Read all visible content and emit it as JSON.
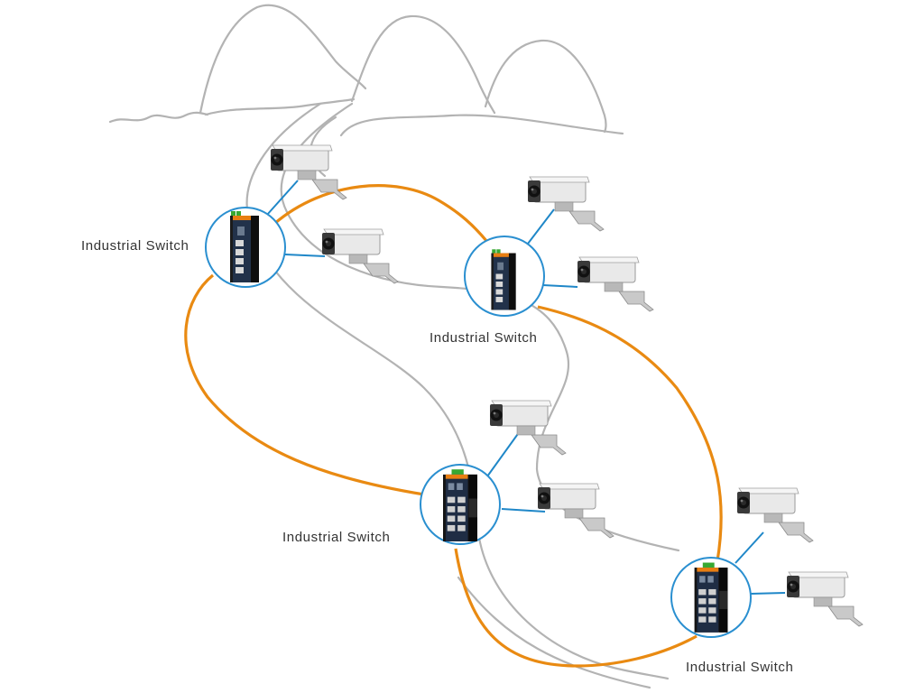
{
  "colors": {
    "ring": "#e98a12",
    "node_border": "#2a8fd0",
    "link": "#1f87c8",
    "sketch": "#b3b3b3"
  },
  "switches": [
    {
      "label": "Industrial Switch",
      "icon": "industrial-switch-4port-icon"
    },
    {
      "label": "Industrial Switch",
      "icon": "industrial-switch-4port-icon"
    },
    {
      "label": "Industrial Switch",
      "icon": "industrial-switch-8port-icon"
    },
    {
      "label": "Industrial Switch",
      "icon": "industrial-switch-8port-icon"
    }
  ],
  "cameras_per_switch": 2,
  "camera_icon": "security-camera-icon",
  "background_icon": "mountains-and-road-sketch"
}
